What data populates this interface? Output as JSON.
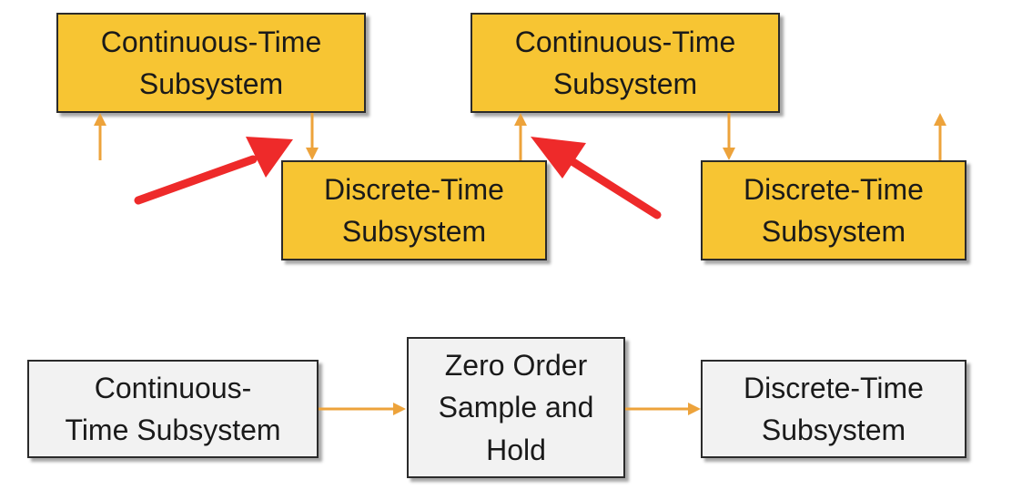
{
  "top_diagram": {
    "ct_box_1": {
      "line1": "Continuous-Time",
      "line2": "Subsystem"
    },
    "ct_box_2": {
      "line1": "Continuous-Time",
      "line2": "Subsystem"
    },
    "dt_box_1": {
      "line1": "Discrete-Time",
      "line2": "Subsystem"
    },
    "dt_box_2": {
      "line1": "Discrete-Time",
      "line2": "Subsystem"
    }
  },
  "bottom_diagram": {
    "ct_box": {
      "line1": "Continuous-",
      "line2": "Time Subsystem"
    },
    "zoh_box": {
      "line1": "Zero Order",
      "line2": "Sample and",
      "line3": "Hold"
    },
    "dt_box": {
      "line1": "Discrete-Time",
      "line2": "Subsystem"
    }
  },
  "colors": {
    "yellow_box": "#f7c533",
    "gray_box": "#f2f2f2",
    "connector_arrow": "#eda33b",
    "highlight_arrow": "#ee2a2a"
  }
}
